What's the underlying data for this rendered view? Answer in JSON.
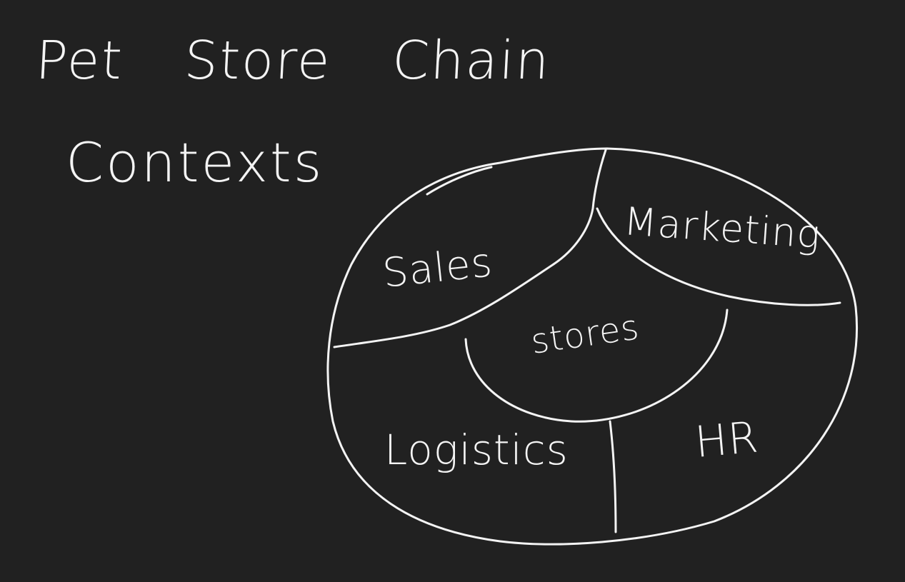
{
  "heading": {
    "title": "Pet Store Chain",
    "subtitle": "Contexts"
  },
  "diagram": {
    "regions": {
      "sales": "Sales",
      "marketing": "Marketing",
      "stores": "stores",
      "logistics": "Logistics",
      "hr": "HR"
    }
  },
  "colors": {
    "background": "#212121",
    "ink": "#f4f4f4"
  }
}
